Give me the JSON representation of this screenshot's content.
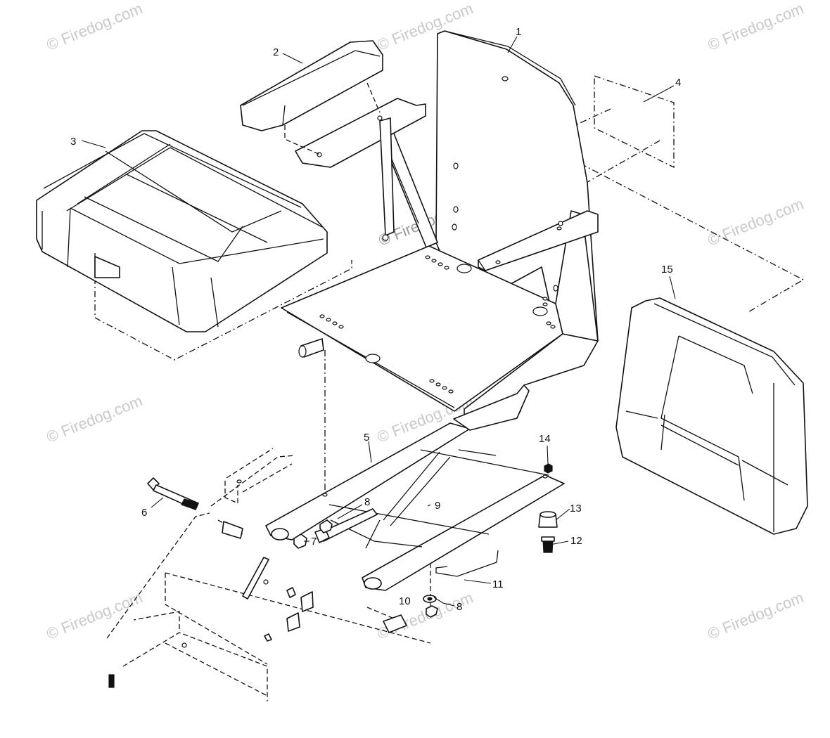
{
  "watermark": "© Firedog.com",
  "callouts": [
    "1",
    "2",
    "3",
    "4",
    "5",
    "6",
    "7",
    "8",
    "9",
    "10",
    "11",
    "12",
    "13",
    "14",
    "15"
  ],
  "callout_8_second": "8"
}
